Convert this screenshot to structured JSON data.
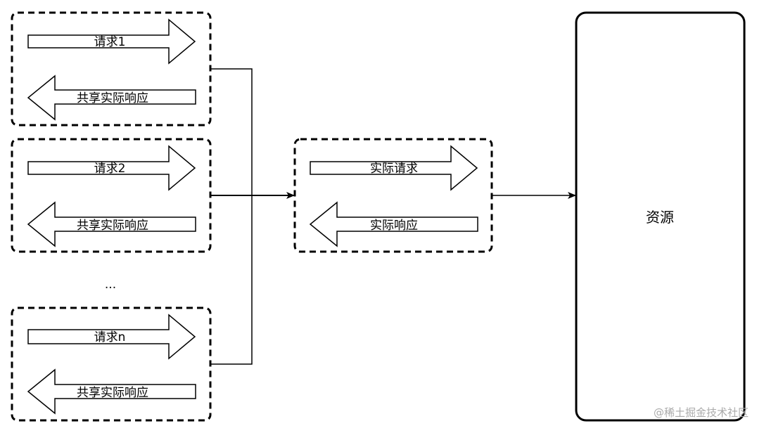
{
  "client_groups": [
    {
      "request_label": "请求1",
      "response_label": "共享实际响应"
    },
    {
      "request_label": "请求2",
      "response_label": "共享实际响应"
    },
    {
      "request_label": "请求n",
      "response_label": "共享实际响应"
    }
  ],
  "ellipsis": "...",
  "merged": {
    "request_label": "实际请求",
    "response_label": "实际响应"
  },
  "resource": {
    "label": "资源"
  },
  "watermark": "@稀土掘金技术社区"
}
